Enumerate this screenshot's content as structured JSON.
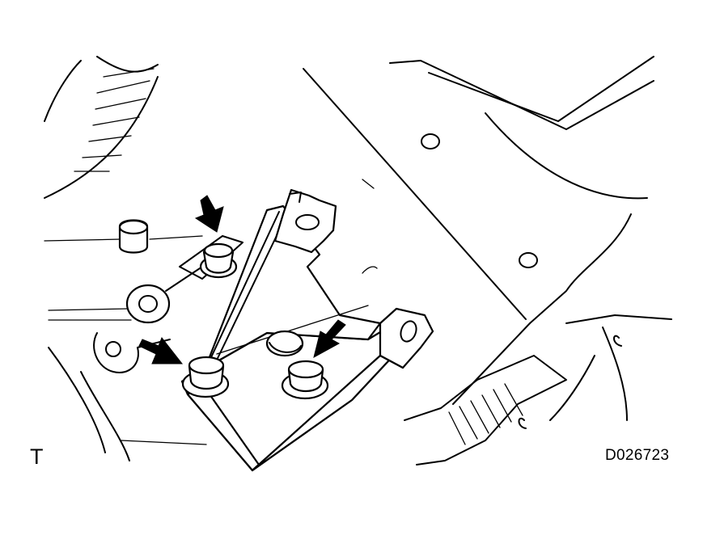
{
  "figure": {
    "view_code": "T",
    "figure_code": "D026723",
    "line_color": "#000000",
    "background_color": "#ffffff",
    "callout_arrows": 3,
    "icons": [
      "arrow-icon",
      "bolt-icon"
    ]
  }
}
